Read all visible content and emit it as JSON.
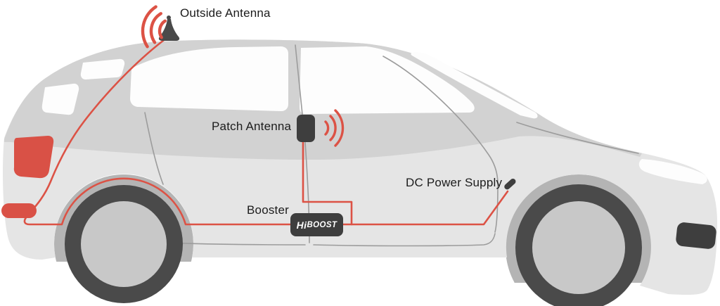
{
  "labels": {
    "outside_antenna": "Outside Antenna",
    "patch_antenna": "Patch Antenna",
    "booster": "Booster",
    "dc_power_supply": "DC Power Supply"
  },
  "booster_unit": {
    "logo_hi": "Hi",
    "logo_boost": "BOOST"
  },
  "icons": {
    "roof_antenna": "shark-fin whip antenna on roof",
    "antenna_signal_waves": "three red arcs radiating left of roof antenna",
    "patch_antenna": "dark rounded patch antenna on B-pillar",
    "patch_signal_waves": "three red arcs radiating right of patch antenna",
    "dc_plug": "angled cigarette-lighter power plug",
    "booster_box": "dark rounded amplifier box with HiBOOST logo"
  },
  "colors": {
    "background": "#ffffff",
    "cable": "#dc5245",
    "accent_red": "#d95146",
    "body": "#e5e5e5",
    "body_shade": "#d2d2d2",
    "window": "#fdfdfd",
    "dark_component": "#3e3e3e",
    "tire": "#4a4a4a",
    "wheel_hub": "#c8c8c8",
    "wheel_arch": "#b4b4b4",
    "seam": "#9c9c9c",
    "label_text": "#1c1c1c"
  }
}
